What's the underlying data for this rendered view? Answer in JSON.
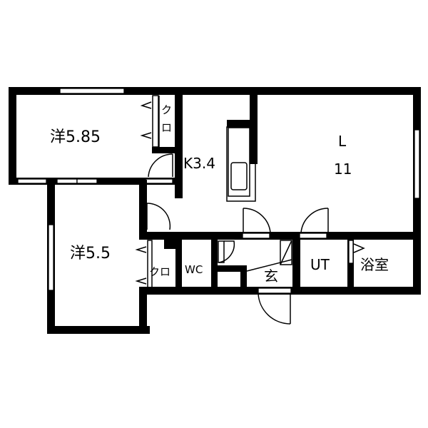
{
  "floor_plan": {
    "rooms": [
      {
        "id": "western-room-1",
        "label": "洋5.85",
        "type": "Western-style room",
        "size_jo": 5.85
      },
      {
        "id": "western-room-2",
        "label": "洋5.5",
        "type": "Western-style room",
        "size_jo": 5.5
      },
      {
        "id": "kitchen",
        "label": "K3.4",
        "type": "Kitchen",
        "size_jo": 3.4
      },
      {
        "id": "living",
        "label_line1": "L",
        "label_line2": "11",
        "type": "Living room",
        "size_jo": 11
      },
      {
        "id": "closet-1",
        "label_line1": "ク",
        "label_line2": "ロ",
        "type": "Closet"
      },
      {
        "id": "closet-2",
        "label": "クロ",
        "type": "Closet"
      },
      {
        "id": "toilet",
        "label": "WC",
        "type": "Toilet"
      },
      {
        "id": "entrance",
        "label": "玄",
        "type": "Entrance (genkan)"
      },
      {
        "id": "utility",
        "label": "UT",
        "type": "Utility"
      },
      {
        "id": "bathroom",
        "label": "浴室",
        "type": "Bathroom"
      }
    ]
  }
}
